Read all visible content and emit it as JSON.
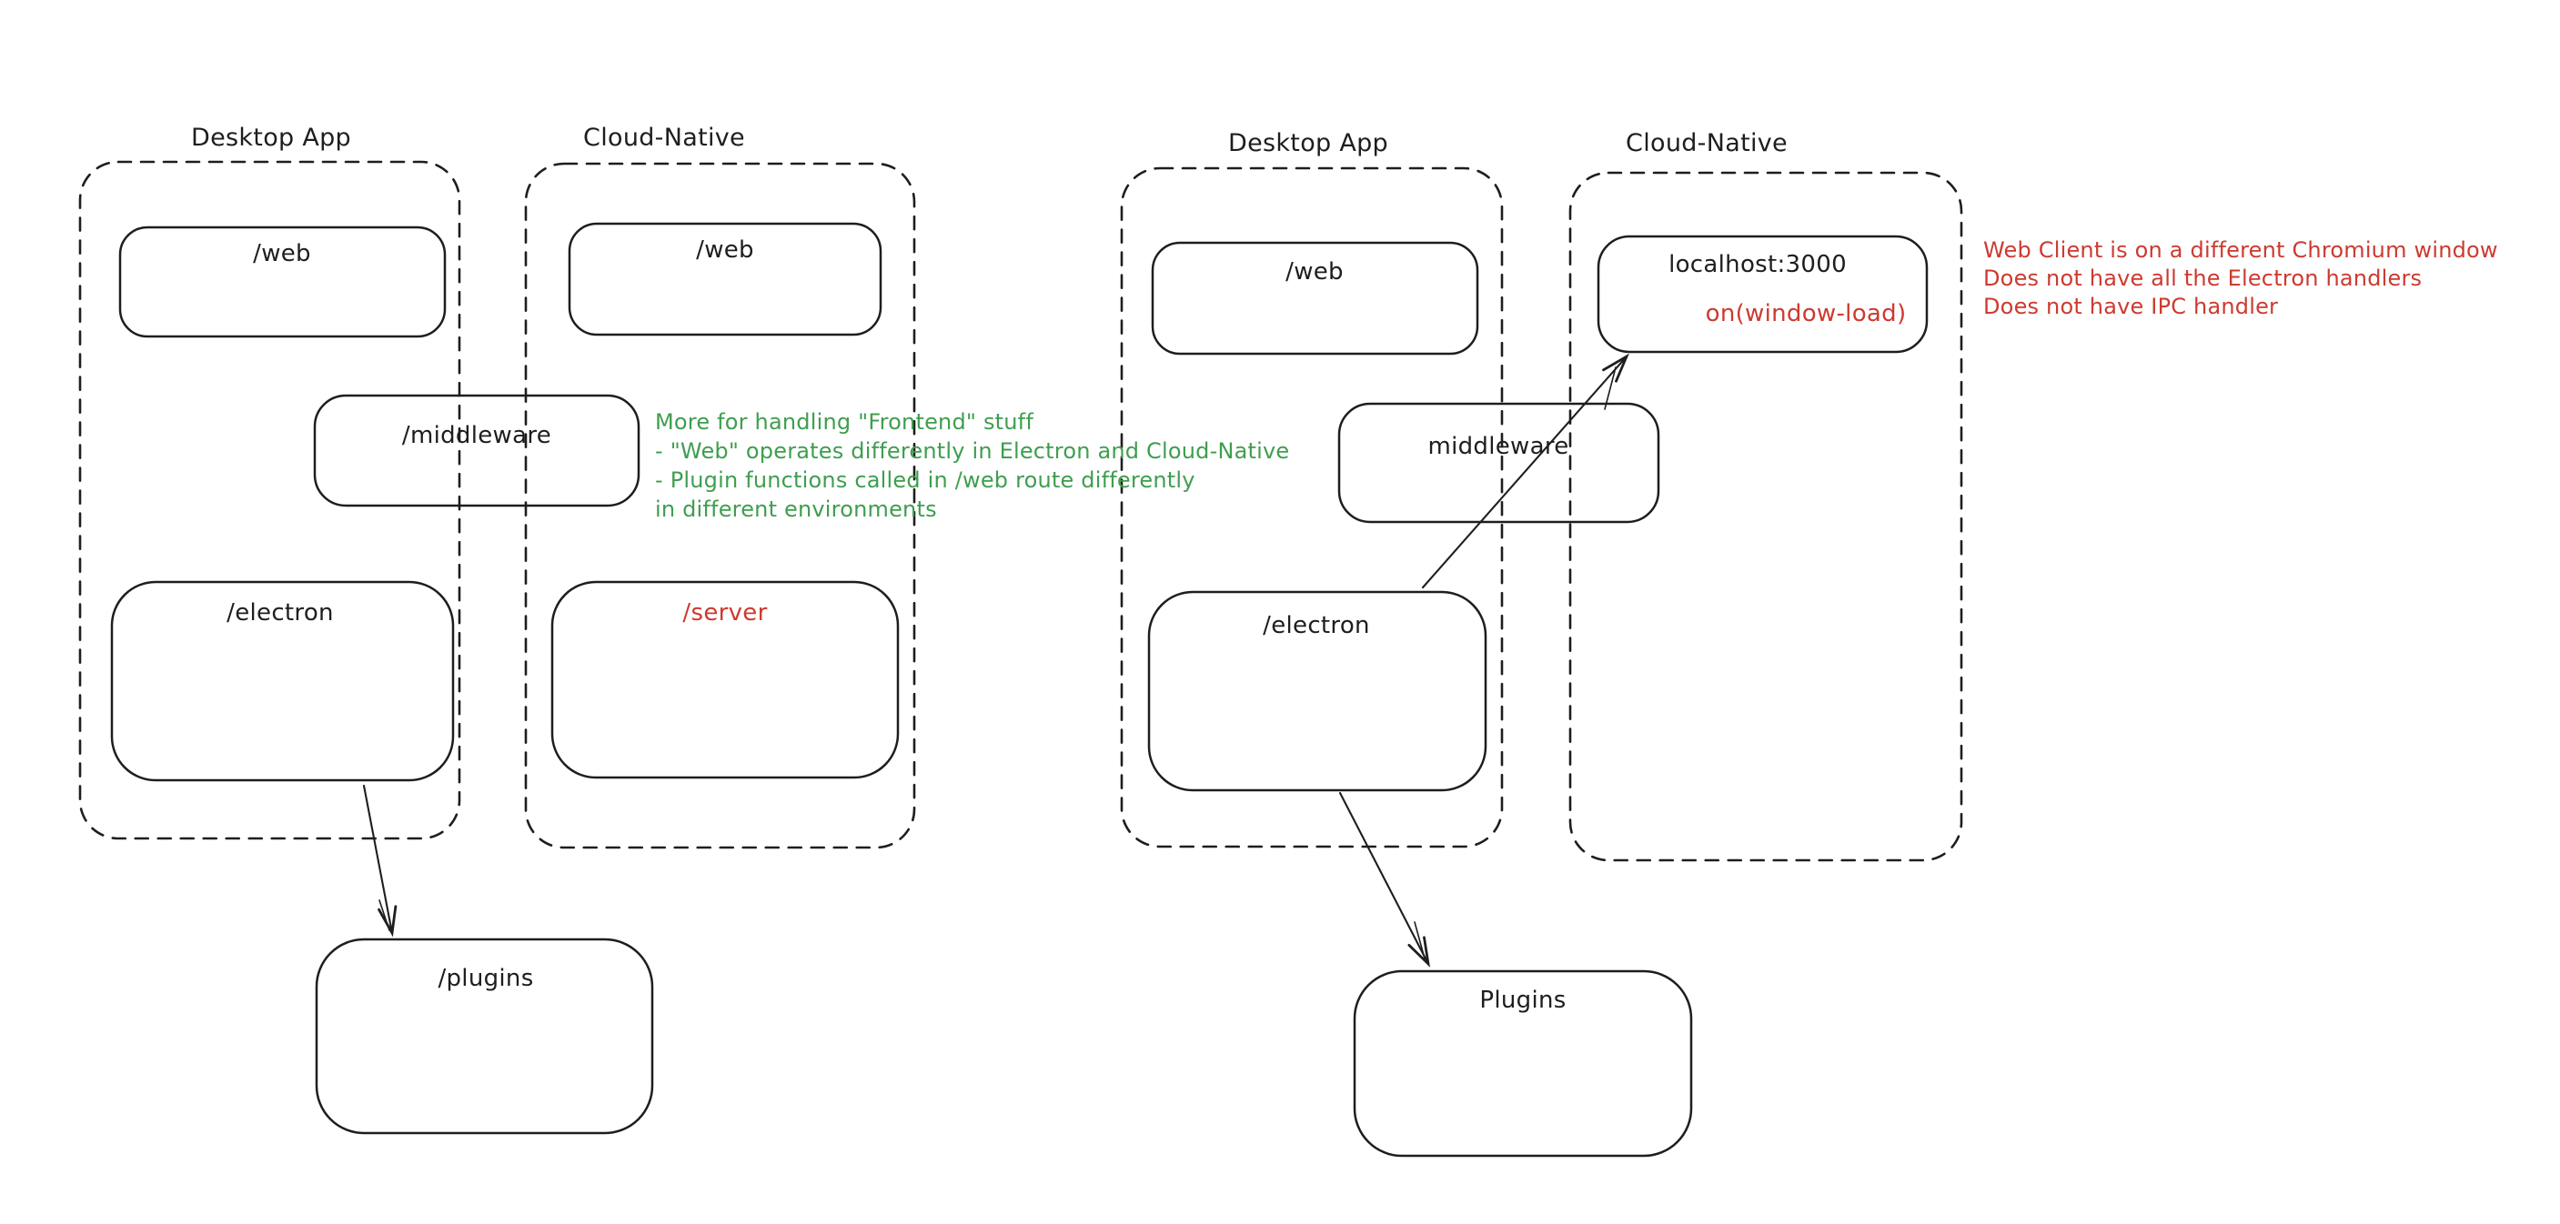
{
  "colors": {
    "ink": "#1e1e1e",
    "red": "#cd3a30",
    "green": "#3f9e4f",
    "background": "#ffffff"
  },
  "left_diagram": {
    "desktop_app_label": "Desktop App",
    "cloud_native_label": "Cloud-Native",
    "web_desktop": "/web",
    "web_cloud": "/web",
    "middleware": "/middleware",
    "electron": "/electron",
    "server": "/server",
    "plugins": "/plugins"
  },
  "right_diagram": {
    "desktop_app_label": "Desktop App",
    "cloud_native_label": "Cloud-Native",
    "web": "/web",
    "localhost": "localhost:3000",
    "window_load": "on(window-load)",
    "middleware": "middleware",
    "electron": "/electron",
    "plugins": "Plugins"
  },
  "annotations": {
    "green_note_lines": [
      "More for handling \"Frontend\" stuff",
      "- \"Web\" operates differently in Electron and Cloud-Native",
      "- Plugin functions called in /web route differently",
      "in different environments"
    ],
    "red_note_lines": [
      "Web Client is on a different Chromium window",
      "Does not have all the Electron handlers",
      "Does not have IPC handler"
    ]
  }
}
